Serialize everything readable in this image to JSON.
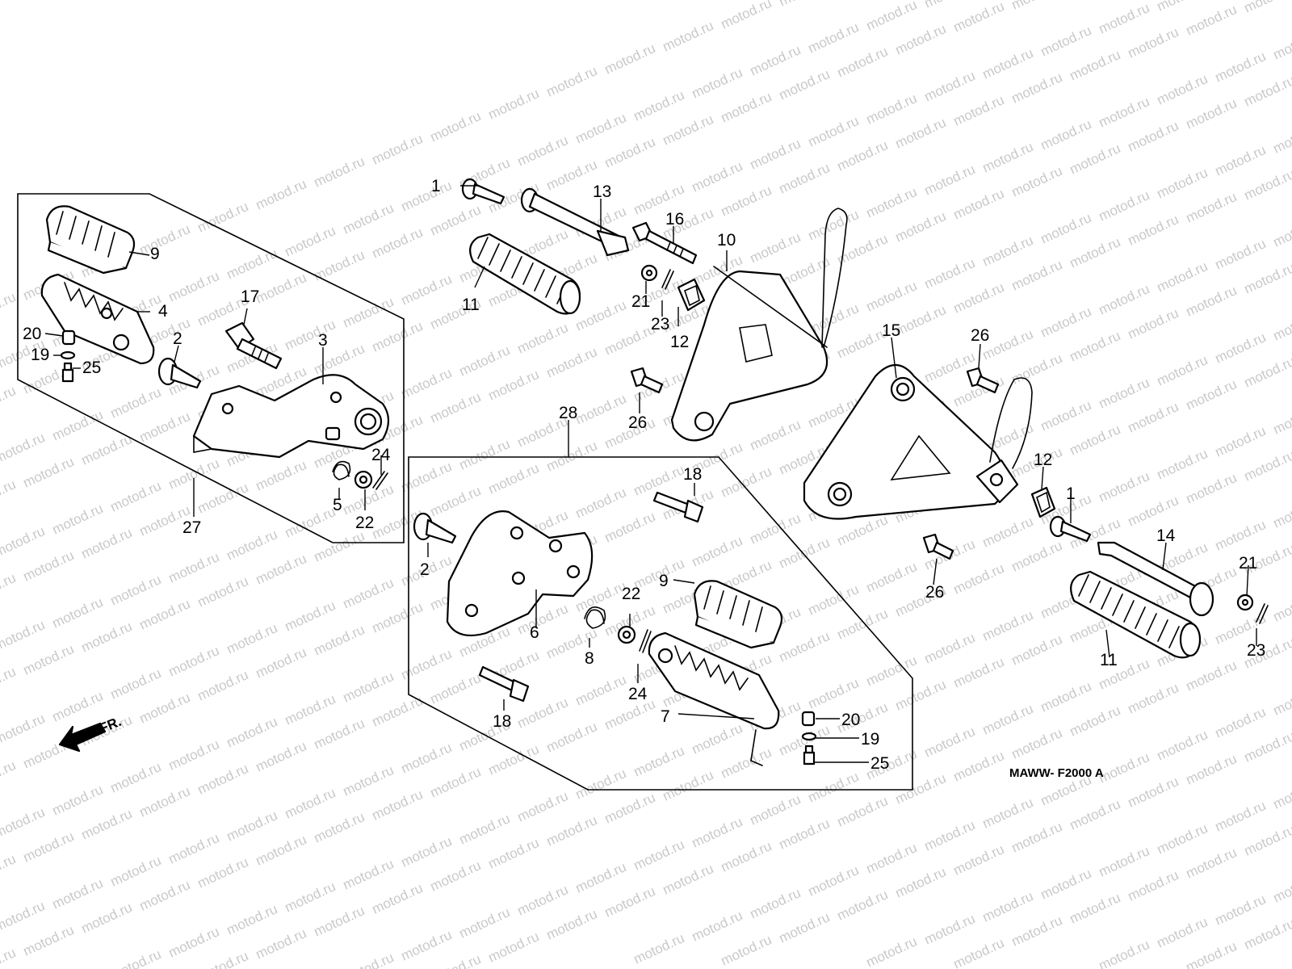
{
  "watermark": "motod.ru",
  "diagram_code": "MAWW- F2000 A",
  "direction_label": "FR.",
  "callouts": {
    "c1a": "1",
    "c1b": "1",
    "c2a": "2",
    "c2b": "2",
    "c3": "3",
    "c4": "4",
    "c5": "5",
    "c6": "6",
    "c7": "7",
    "c8": "8",
    "c9a": "9",
    "c9b": "9",
    "c10": "10",
    "c11a": "11",
    "c11b": "11",
    "c12a": "12",
    "c12b": "12",
    "c13": "13",
    "c14": "14",
    "c15": "15",
    "c16": "16",
    "c17": "17",
    "c18a": "18",
    "c18b": "18",
    "c19a": "19",
    "c19b": "19",
    "c20a": "20",
    "c20b": "20",
    "c21a": "21",
    "c21b": "21",
    "c22a": "22",
    "c22b": "22",
    "c23a": "23",
    "c23b": "23",
    "c24a": "24",
    "c24b": "24",
    "c25a": "25",
    "c25b": "25",
    "c26a": "26",
    "c26b": "26",
    "c26c": "26",
    "c27": "27",
    "c28": "28"
  }
}
